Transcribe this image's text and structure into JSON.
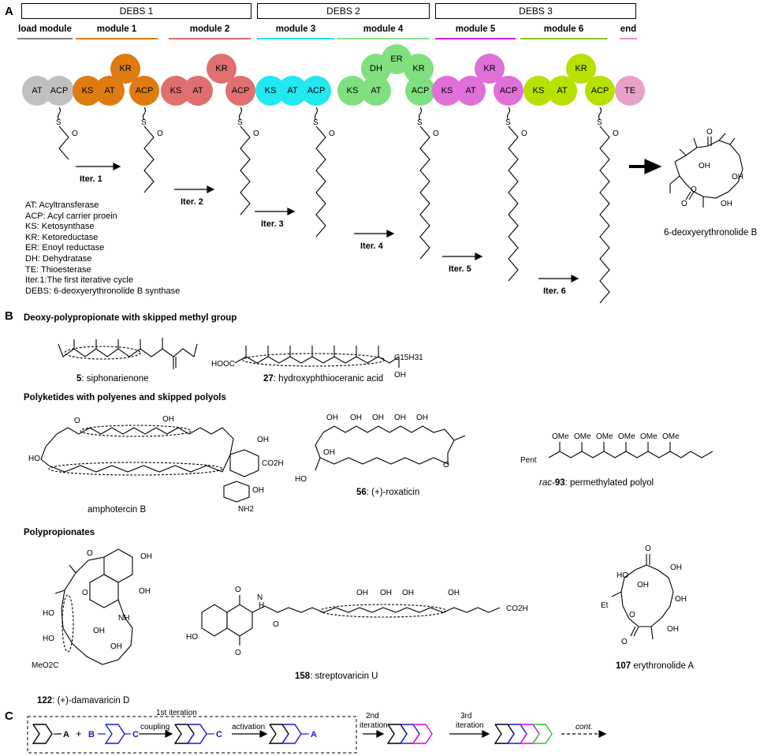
{
  "panel_a": {
    "letter": "A",
    "synthases": [
      "DEBS 1",
      "DEBS 2",
      "DEBS 3"
    ],
    "modules": [
      {
        "label": "load module",
        "color": "#808080"
      },
      {
        "label": "module 1",
        "color": "#e07b10"
      },
      {
        "label": "module 2",
        "color": "#e06a6a"
      },
      {
        "label": "module 3",
        "color": "#22e0ee"
      },
      {
        "label": "module 4",
        "color": "#88e088"
      },
      {
        "label": "module 5",
        "color": "#e020e0"
      },
      {
        "label": "module 6",
        "color": "#8cc820"
      },
      {
        "label": "end",
        "color": "#e090c8"
      }
    ],
    "domains": {
      "AT": "AT",
      "ACP": "ACP",
      "KS": "KS",
      "KR": "KR",
      "DH": "DH",
      "ER": "ER",
      "TE": "TE"
    },
    "domain_colors": {
      "load": "#c0c0c0",
      "m1": "#e07b10",
      "m2": "#e07070",
      "m3": "#22e8f0",
      "m4": "#80e080",
      "m5": "#e070d8",
      "m6": "#b8e000",
      "te": "#e8a0c8"
    },
    "iterations": [
      "Iter. 1",
      "Iter. 2",
      "Iter. 3",
      "Iter. 4",
      "Iter. 5",
      "Iter. 6"
    ],
    "legend": [
      "AT: Acyltransferase",
      "ACP: Acyl carrier proein",
      "KS: Ketosynthase",
      "KR: Ketoreductase",
      "ER: Enoyl reductase",
      "DH: Dehydratase",
      "TE: Thioesterase",
      "Iter.1:The first iterative cycle",
      "DEBS: 6-deoxyerythronolide B synthase"
    ],
    "product": "6-deoxyerythronolide B",
    "atom_labels": {
      "S": "S",
      "O": "O",
      "OH": "OH"
    }
  },
  "panel_b": {
    "letter": "B",
    "sections": [
      "Deoxy-polypropionate with skipped methyl group",
      "Polyketides with polyenes and skipped polyols",
      "Polypropionates"
    ],
    "compounds": [
      {
        "number": "5",
        "name": ": siphonarienone"
      },
      {
        "number": "27",
        "name": ": hydroxyphthioceranic acid"
      },
      {
        "number": "",
        "name": "amphotercin B"
      },
      {
        "number": "56",
        "name": ": (+)-roxaticin"
      },
      {
        "prefix": "rac-",
        "number": "93",
        "name": ": permethylated polyol"
      },
      {
        "number": "122",
        "name": ": (+)-damavaricin D"
      },
      {
        "number": "158",
        "name": ": streptovaricin U"
      },
      {
        "number": "107",
        "name": " erythronolide A"
      }
    ],
    "atom_labels": {
      "HOOC": "HOOC",
      "C15H31": "C15H31",
      "OH": "OH",
      "HO": "HO",
      "CO2H": "CO2H",
      "NH2": "NH2",
      "OMe": "OMe",
      "Pent": "Pent",
      "MeO2C": "MeO2C",
      "NH": "NH",
      "N_H": "N",
      "H": "H",
      "Et": "Et",
      "O": "O"
    }
  },
  "panel_c": {
    "letter": "C",
    "first_iteration": "1st iteration",
    "coupling": "coupling",
    "activation": "activation",
    "second_iteration": [
      "2nd",
      "iteration"
    ],
    "third_iteration": [
      "3rd",
      "iteration"
    ],
    "cont": "cont.",
    "A": "A",
    "B": "B",
    "C": "C",
    "plus": "+",
    "colors": {
      "black": "#000000",
      "blue": "#1a1acc",
      "magenta": "#e000e0",
      "green": "#22cc22"
    }
  }
}
